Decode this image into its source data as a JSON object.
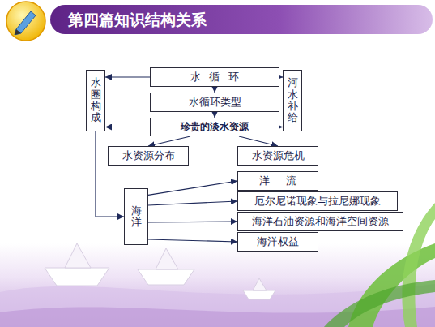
{
  "diagram": {
    "title": "第四篇知识结构关系",
    "nodes": [
      {
        "text": [
          "水循环"
        ]
      },
      {
        "text": [
          "水圈构成"
        ]
      },
      {
        "text": [
          "河水补给"
        ]
      },
      {
        "text": [
          "水循环类型"
        ]
      },
      {
        "text": [
          "珍贵的淡水资源"
        ]
      },
      {
        "text": [
          "水资源分布"
        ]
      },
      {
        "text": [
          "水资源危机"
        ]
      },
      {
        "text": [
          "海洋"
        ]
      },
      {
        "text": [
          "洋流"
        ]
      },
      {
        "text": [
          "厄尔尼诺现象与拉尼娜现象"
        ]
      },
      {
        "text": [
          "海洋石油资源和海洋空间资源"
        ]
      },
      {
        "text": [
          "海洋权益"
        ]
      }
    ],
    "edges": [
      {
        "from": 0,
        "to": 1,
        "arrow": "to"
      },
      {
        "from": 0,
        "to": 2,
        "arrow": "to"
      },
      {
        "from": 0,
        "to": 3,
        "arrow": "to"
      },
      {
        "from": 3,
        "to": 4,
        "arrow": "to"
      },
      {
        "from": 4,
        "to": 1,
        "arrow": "to"
      },
      {
        "from": 4,
        "to": 2,
        "arrow": "to"
      },
      {
        "from": 4,
        "to": 5,
        "arrow": "to"
      },
      {
        "from": 4,
        "to": 6,
        "arrow": "to"
      },
      {
        "from": 1,
        "to": 7,
        "arrow": "to"
      },
      {
        "from": 7,
        "to": 8,
        "arrow": "to"
      },
      {
        "from": 7,
        "to": 9,
        "arrow": "to"
      },
      {
        "from": 7,
        "to": 10,
        "arrow": "to"
      },
      {
        "from": 7,
        "to": 11,
        "arrow": "to"
      }
    ]
  }
}
